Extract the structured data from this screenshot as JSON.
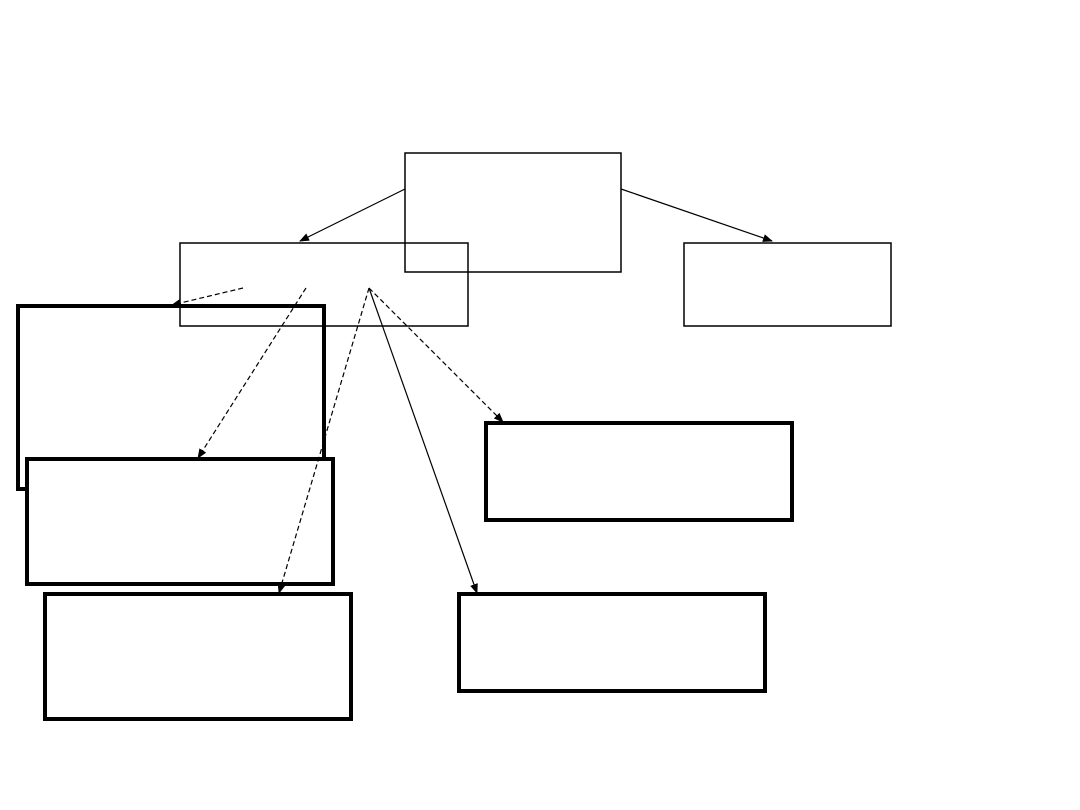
{
  "diagram": {
    "colors": {
      "background": "#ffffff",
      "stroke": "#000000"
    },
    "boxes": [
      {
        "id": "root",
        "label": ""
      },
      {
        "id": "left-mid",
        "label": ""
      },
      {
        "id": "right-mid",
        "label": ""
      },
      {
        "id": "child-a",
        "label": ""
      },
      {
        "id": "child-b",
        "label": ""
      },
      {
        "id": "child-c",
        "label": ""
      },
      {
        "id": "child-d",
        "label": ""
      },
      {
        "id": "child-e",
        "label": ""
      }
    ],
    "connectors": [
      {
        "from": "root",
        "to": "left-mid",
        "style": "solid"
      },
      {
        "from": "root",
        "to": "right-mid",
        "style": "solid"
      },
      {
        "from": "left-mid",
        "to": "child-a",
        "style": "dashed"
      },
      {
        "from": "left-mid",
        "to": "child-b",
        "style": "dashed"
      },
      {
        "from": "left-mid",
        "to": "child-c",
        "style": "dashed"
      },
      {
        "from": "left-mid",
        "to": "child-d",
        "style": "dashed"
      },
      {
        "from": "left-mid",
        "to": "child-e",
        "style": "solid"
      }
    ]
  }
}
